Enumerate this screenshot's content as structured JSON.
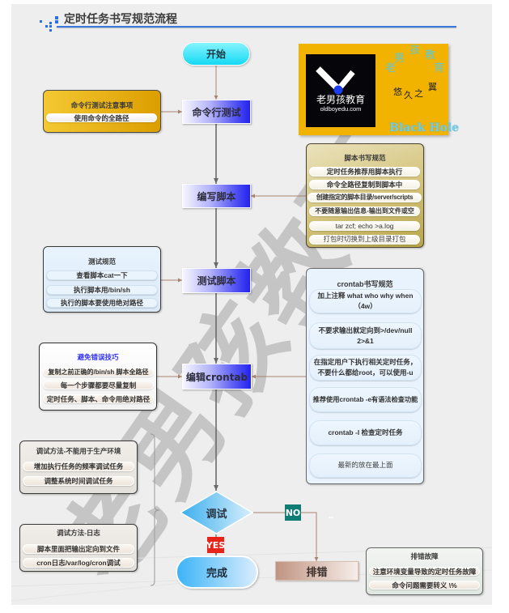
{
  "header": {
    "title": "定时任务书写规范流程"
  },
  "watermark": "老男孩教育",
  "colors": {
    "process_blue": "#2222f0",
    "title_line": "#3a78e0",
    "yes": "#e8231a",
    "no": "#0f7d75",
    "accent_blue": "#3030f0"
  },
  "logo": {
    "brand_cn": "老男孩教育",
    "brand_url": "oldboyedu.com",
    "arc_chars": [
      "老",
      "男",
      "孩",
      "教",
      "育"
    ],
    "slogan_chars": [
      "悠",
      "久",
      "之",
      "翼"
    ],
    "signature": "Black Hole"
  },
  "flow": {
    "start": "开始",
    "cmd_test": "命令行测试",
    "write_script": "编写脚本",
    "test_script": "测试脚本",
    "edit_crontab": "编辑crontab",
    "debug": "调试",
    "done": "完成",
    "troubleshoot": "排错",
    "yes_label": "YES",
    "no_label": "NO"
  },
  "notes": {
    "cmd_test_notes": {
      "title": "命令行测试注意事项",
      "items": [
        "使用命令的全路径"
      ]
    },
    "script_rules": {
      "title": "脚本书写规范",
      "items": [
        "定时任务推荐用脚本执行",
        "命令全路径复制到脚本中",
        "创建指定的脚本目录/server/scripts",
        "不要随意输出信息-输出到文件或空",
        "tar zcf; echo >a.log",
        "打包时切换到上级目录打包"
      ]
    },
    "test_rules": {
      "title": "测试规范",
      "items": [
        "查看脚本cat一下",
        "执行脚本用/bin/sh",
        "执行的脚本要使用绝对路径"
      ]
    },
    "crontab_rules": {
      "title": "crontab书写规范",
      "items": [
        "加上注释 what who why when （4w）",
        "不要求输出就定向到>/dev/null 2>&1",
        "在指定用户下执行相关定时任务，不要什么都给root，可以使用-u",
        "推荐使用crontab -e有语法检查功能",
        "crontab -l 检查定时任务",
        "最新的放在最上面"
      ]
    },
    "avoid_errors": {
      "title": "避免错误技巧",
      "items": [
        "复制之前正确的/bin/sh 脚本全路径",
        "每一个步骤都要尽量复制",
        "定时任务、脚本、命令用绝对路径"
      ]
    },
    "debug_nonprod": {
      "title": "调试方法-不能用于生产环境",
      "items": [
        "增加执行任务的频率调试任务",
        "调整系统时间调试任务"
      ]
    },
    "debug_log": {
      "title": "调试方法-日志",
      "items": [
        "脚本里面把输出定向到文件",
        "cron日志/var/log/cron调试"
      ]
    },
    "troubleshoot_notes": {
      "title": "排错故障",
      "items": [
        "注意环境变量导致的定时任务故障",
        "命令问题需要转义 \\%"
      ]
    }
  }
}
